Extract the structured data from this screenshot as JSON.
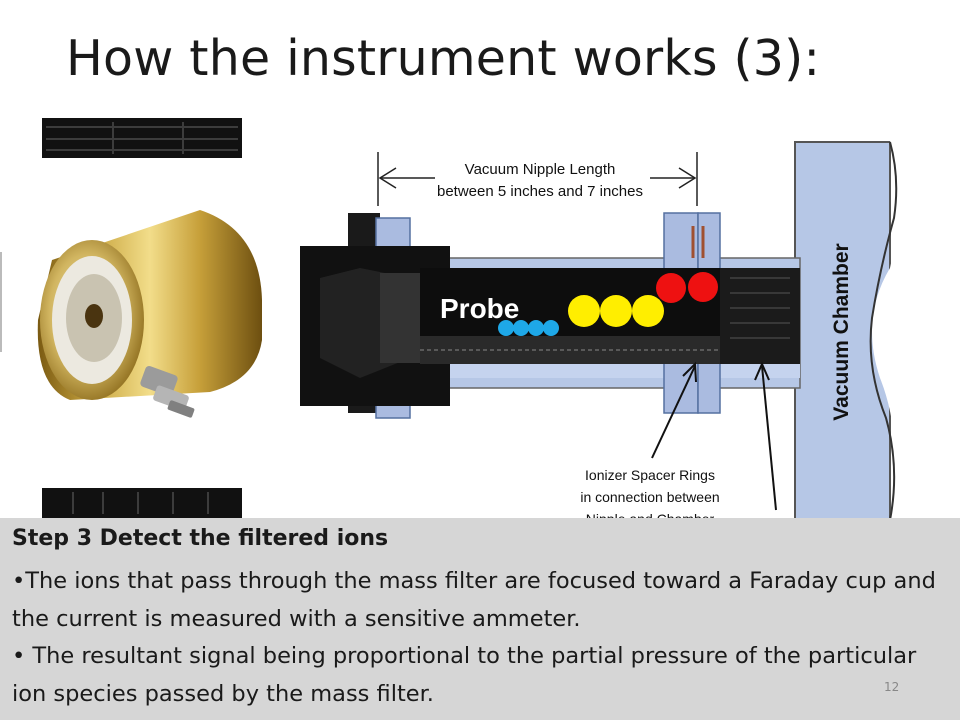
{
  "slide": {
    "title": "How the instrument works (3):",
    "page_number": "12"
  },
  "diagram": {
    "length_label_line1": "Vacuum Nipple Length",
    "length_label_line2": "between 5 inches and 7 inches",
    "probe_label": "Probe",
    "chamber_label": "Vacuum Chamber",
    "ionizer_label_line1": "Ionizer Spacer Rings",
    "ionizer_label_line2": "in connection between",
    "ionizer_label_line3": "Nipple and Chamber",
    "ion_colors": {
      "blue": "#1ea8e8",
      "yellow": "#ffee00",
      "red": "#ee1111"
    }
  },
  "content": {
    "step_title": "Step 3 Detect the filtered ions",
    "bullet1": "•The ions that pass through the mass filter are focused toward a Faraday cup and the current is measured with a sensitive ammeter.",
    "bullet2": "• The resultant signal being proportional to the partial pressure of the particular ion species passed by the mass filter."
  }
}
